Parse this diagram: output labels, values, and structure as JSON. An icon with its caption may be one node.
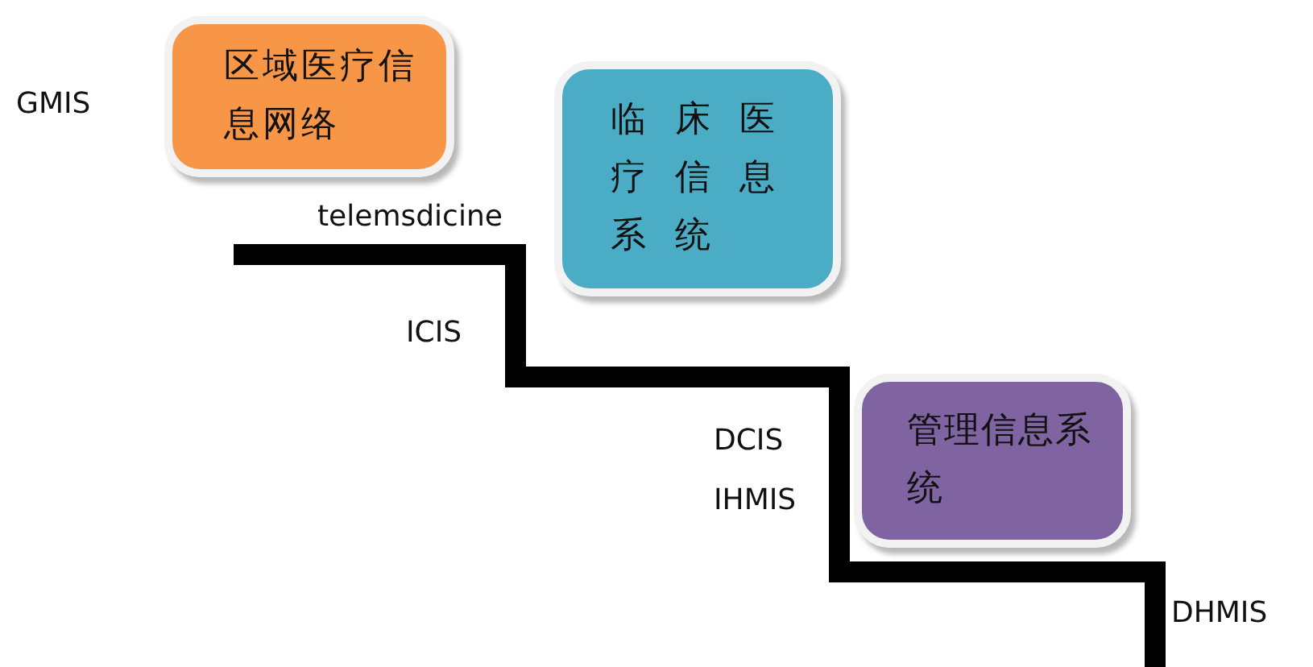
{
  "diagram": {
    "nodes": [
      {
        "text": [
          "区域医疗信息网络"
        ]
      },
      {
        "text": [
          "临床医疗信息系统"
        ]
      },
      {
        "text": [
          "管理信息系统"
        ]
      }
    ],
    "labels": [
      "GMIS",
      "telemsdicine",
      "ICIS",
      "DCIS",
      "IHMIS",
      "DHMIS"
    ]
  }
}
